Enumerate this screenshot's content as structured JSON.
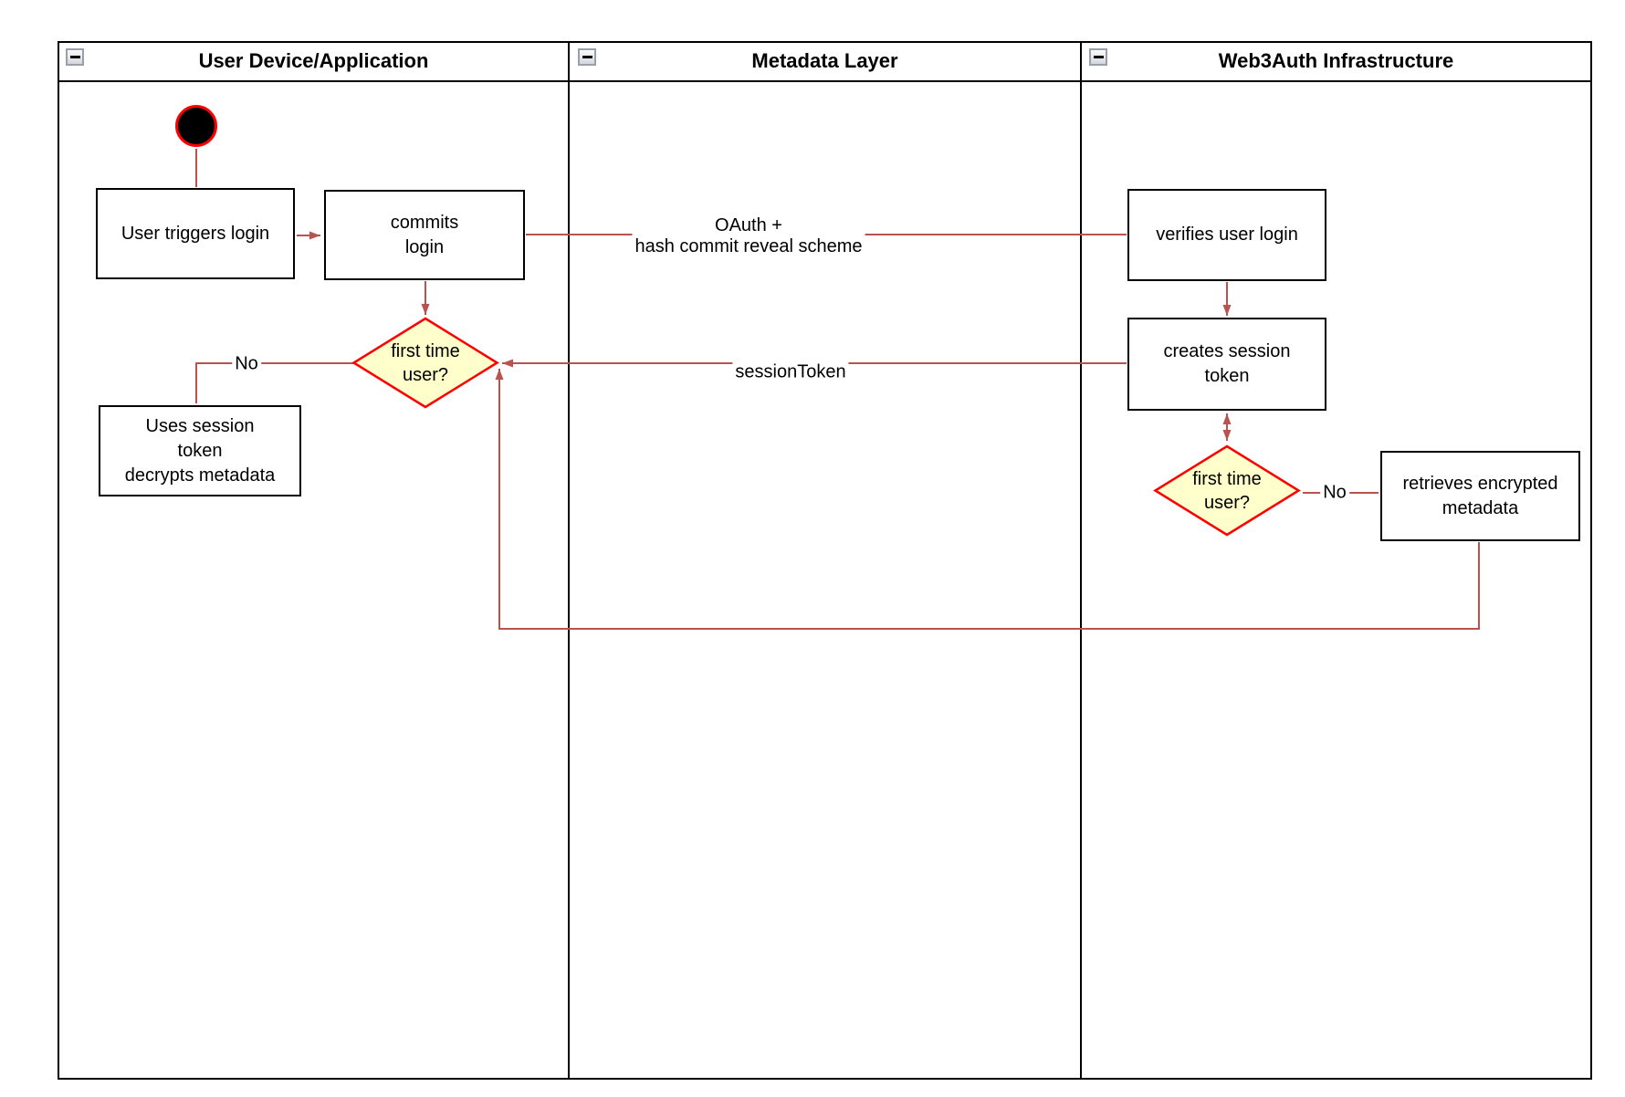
{
  "lanes": [
    {
      "title": "User Device/Application"
    },
    {
      "title": "Metadata Layer"
    },
    {
      "title": "Web3Auth Infrastructure"
    }
  ],
  "nodes": {
    "start": {
      "type": "initial-state"
    },
    "user_triggers_login": {
      "label": "User triggers login"
    },
    "commits_login": {
      "label": "commits\nlogin"
    },
    "first_time_user_device": {
      "label": "first time\nuser?"
    },
    "uses_session_token": {
      "label": "Uses session\ntoken\ndecrypts metadata"
    },
    "verifies_user_login": {
      "label": "verifies user login"
    },
    "creates_session_token": {
      "label": "creates session\ntoken"
    },
    "first_time_user_infra": {
      "label": "first time\nuser?"
    },
    "retrieves_encrypted_metadata": {
      "label": "retrieves encrypted\nmetadata"
    }
  },
  "edge_labels": {
    "oauth": "OAuth +\nhash commit reveal scheme",
    "session_token": "sessionToken",
    "no_device": "No",
    "no_infra": "No"
  },
  "colors": {
    "connector": "#b85450",
    "decision_fill": "#ffffcc",
    "decision_border": "#ff0000",
    "node_fill": "#ffffff",
    "node_border": "#000000",
    "lane_border": "#000000",
    "start_fill": "#000000",
    "start_border": "#ff0000"
  }
}
